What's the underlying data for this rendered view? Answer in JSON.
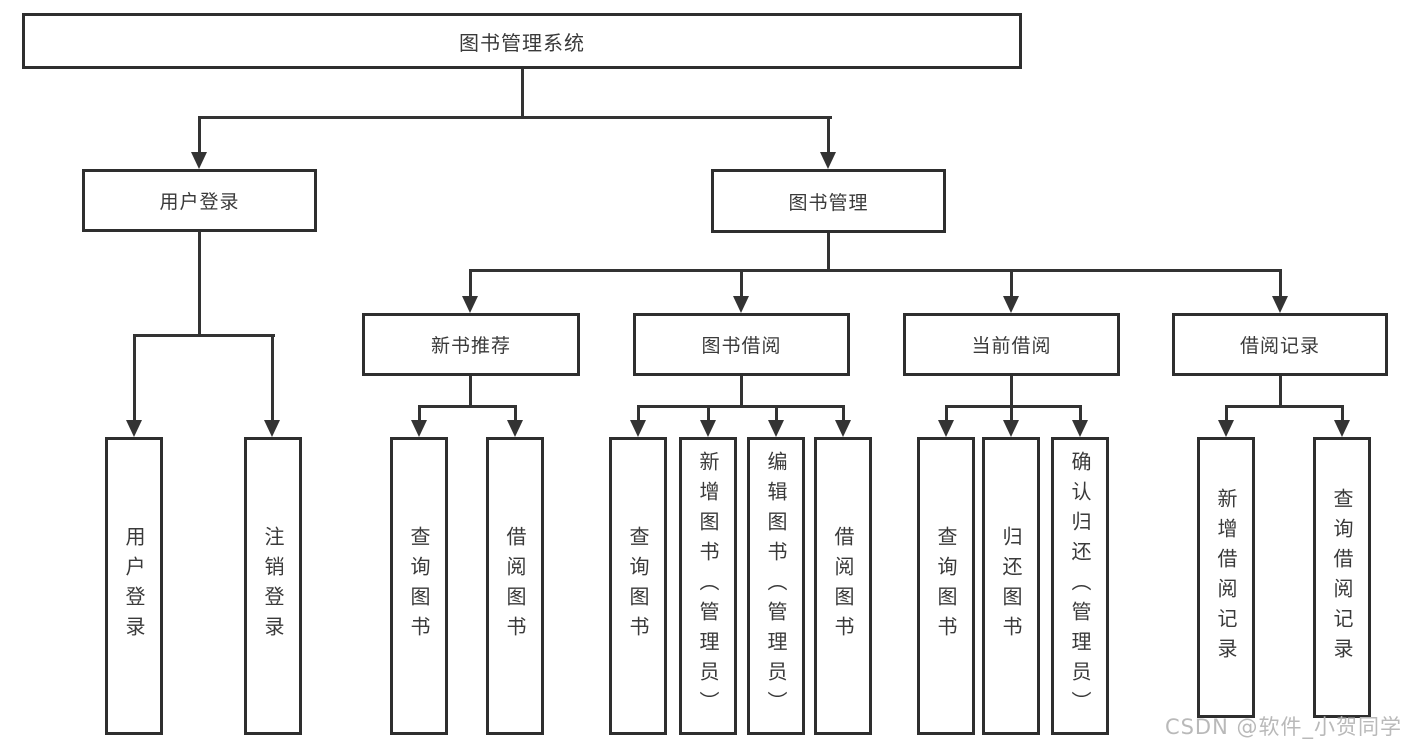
{
  "diagram": {
    "root": {
      "label": "图书管理系统"
    },
    "level1": [
      {
        "label": "用户登录"
      },
      {
        "label": "图书管理"
      }
    ],
    "level2": [
      {
        "label": "新书推荐"
      },
      {
        "label": "图书借阅"
      },
      {
        "label": "当前借阅"
      },
      {
        "label": "借阅记录"
      }
    ],
    "leaves": {
      "login": [
        "用户登录",
        "注销登录"
      ],
      "newbook": [
        "查询图书",
        "借阅图书"
      ],
      "borrow": [
        "查询图书",
        "新增图书（管理员）",
        "编辑图书（管理员）",
        "借阅图书"
      ],
      "current": [
        "查询图书",
        "归还图书",
        "确认归还（管理员）"
      ],
      "records": [
        "新增借阅记录",
        "查询借阅记录"
      ]
    }
  },
  "watermark": {
    "text": "CSDN @软件_小贺同学",
    "color": "#b9b9b9"
  },
  "colors": {
    "line": "#333333",
    "border": "#2e2e2e",
    "text": "#3a3a3a",
    "background": "#ffffff"
  }
}
